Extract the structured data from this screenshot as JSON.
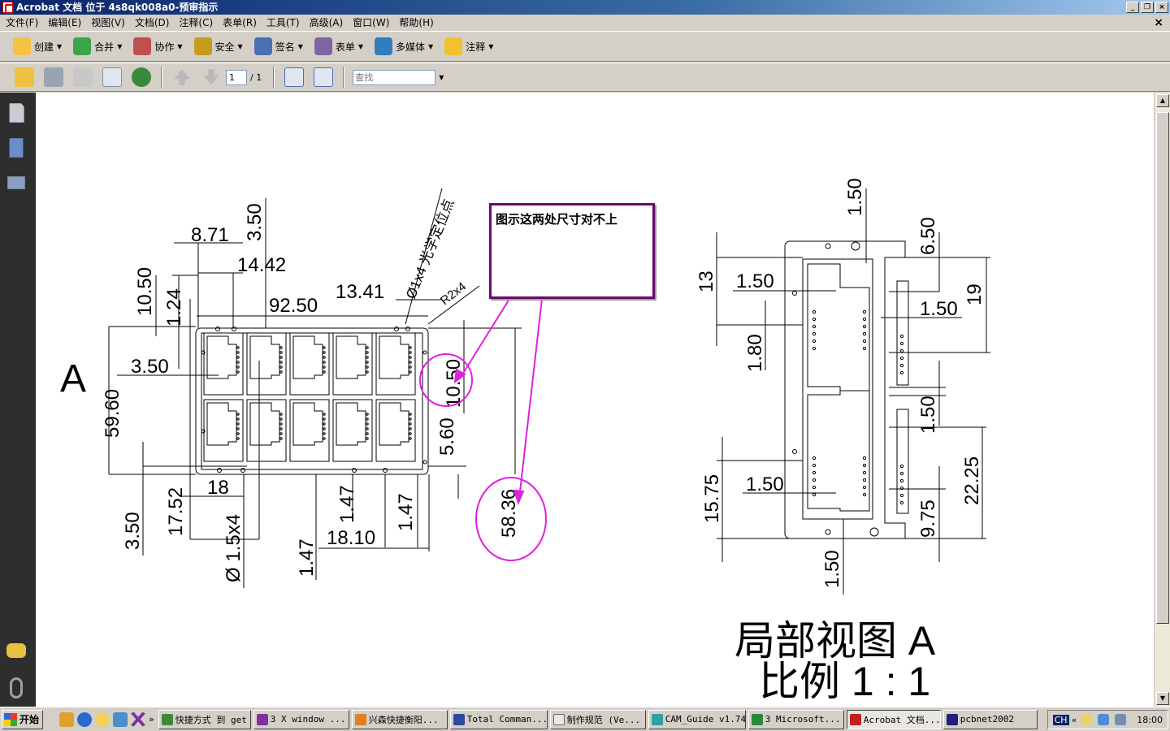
{
  "window": {
    "title": "Acrobat 文档 位于 4s8qk008a0-预审指示"
  },
  "menubar": {
    "items": [
      "文件(F)",
      "编辑(E)",
      "视图(V)",
      "文档(D)",
      "注释(C)",
      "表单(R)",
      "工具(T)",
      "高级(A)",
      "窗口(W)",
      "帮助(H)"
    ],
    "close_label": "×"
  },
  "toolbar1": {
    "items": [
      {
        "label": "创建",
        "icon": "create-icon",
        "color": "#f5c242"
      },
      {
        "label": "合并",
        "icon": "combine-icon",
        "color": "#3aa64a"
      },
      {
        "label": "协作",
        "icon": "collaborate-icon",
        "color": "#c0504d"
      },
      {
        "label": "安全",
        "icon": "lock-icon",
        "color": "#c89a1e"
      },
      {
        "label": "签名",
        "icon": "pen-icon",
        "color": "#4a6fb5"
      },
      {
        "label": "表单",
        "icon": "form-icon",
        "color": "#8064a2"
      },
      {
        "label": "多媒体",
        "icon": "multimedia-icon",
        "color": "#2f7fbf"
      },
      {
        "label": "注释",
        "icon": "comment-icon",
        "color": "#f2c12e"
      }
    ]
  },
  "toolbar2": {
    "page_current": "1",
    "page_total": "/ 1",
    "find_placeholder": "查找"
  },
  "callout": {
    "text": "图示这两处尺寸对不上"
  },
  "drawing": {
    "left_dims": [
      "8.71",
      "3.50",
      "14.42",
      "10.50",
      "1.24",
      "92.50",
      "13.41",
      "R2x4",
      "3.50",
      "10.50",
      "59.60",
      "5.60",
      "58.36",
      "18",
      "3.50",
      "17.52",
      "1.47",
      "1.47",
      "18.10",
      "1.47"
    ],
    "left_diam_top": "Ø1x4 光学定位点",
    "left_diam_bottom": "Ø 1.5x4",
    "view_label": "A",
    "right_dims": [
      "1.50",
      "6.50",
      "13",
      "1.50",
      "19",
      "1.50",
      "1.80",
      "1.50",
      "1.50",
      "15.75",
      "22.25",
      "9.75",
      "1.50"
    ],
    "title_line1": "局部视图 A",
    "title_line2": "比例 1 : 1"
  },
  "taskbar": {
    "start_label": "开始",
    "tasks": [
      {
        "label": "快捷方式 到 get",
        "active": false
      },
      {
        "label": "3 X window ...",
        "active": false
      },
      {
        "label": "兴森快捷衡阳...",
        "active": false
      },
      {
        "label": "Total Comman...",
        "active": false
      },
      {
        "label": "制作规范 (Ve...",
        "active": false
      },
      {
        "label": "CAM_Guide v1.74",
        "active": false
      },
      {
        "label": "3 Microsoft...",
        "active": false
      },
      {
        "label": "Acrobat 文档...",
        "active": true
      },
      {
        "label": "pcbnet2002",
        "active": false
      }
    ],
    "lang": "CH",
    "clock": "18:00"
  },
  "colors": {
    "annotation": "#e020e0",
    "callout_border": "#6a0a6a",
    "titlebar": "#0a246a"
  }
}
